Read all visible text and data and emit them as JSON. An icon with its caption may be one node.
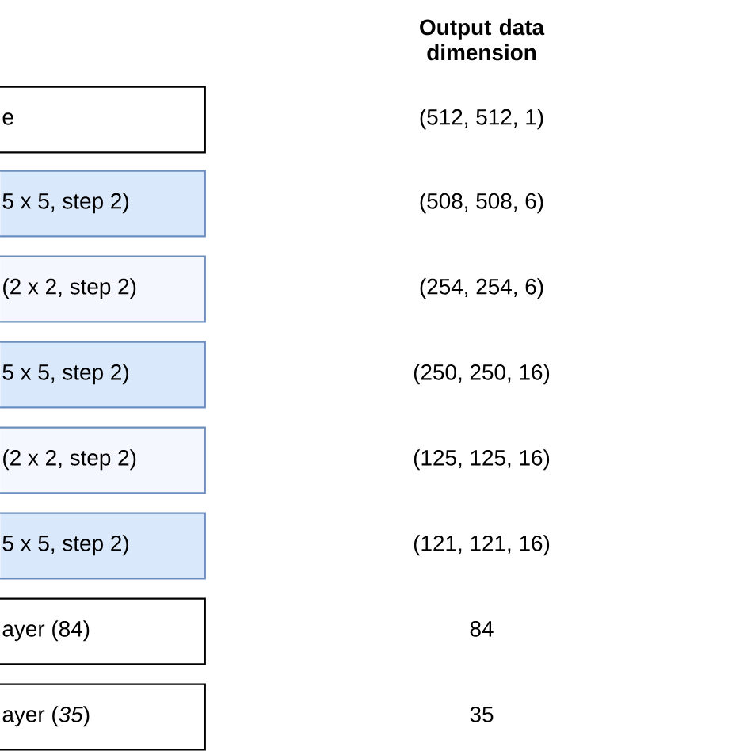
{
  "diagram": {
    "nodes": [
      {
        "text": [
          "e"
        ]
      },
      {
        "text": [
          "5 x 5, step 2)"
        ]
      },
      {
        "text": [
          "(2 x 2, step 2)"
        ]
      },
      {
        "text": [
          "5 x 5, step 2)"
        ]
      },
      {
        "text": [
          "(2 x 2, step 2)"
        ]
      },
      {
        "text": [
          "5 x 5, step 2)"
        ]
      },
      {
        "text": [
          "ayer (84)"
        ]
      },
      {
        "text": [
          "ayer (*35*)"
        ]
      }
    ],
    "labels": [
      "Output data dimension",
      "(512, 512, 1)",
      "(508, 508, 6)",
      "(254, 254, 6)",
      "(250, 250, 16)",
      "(125, 125, 16)",
      "(121, 121, 16)",
      "84",
      "35"
    ]
  }
}
